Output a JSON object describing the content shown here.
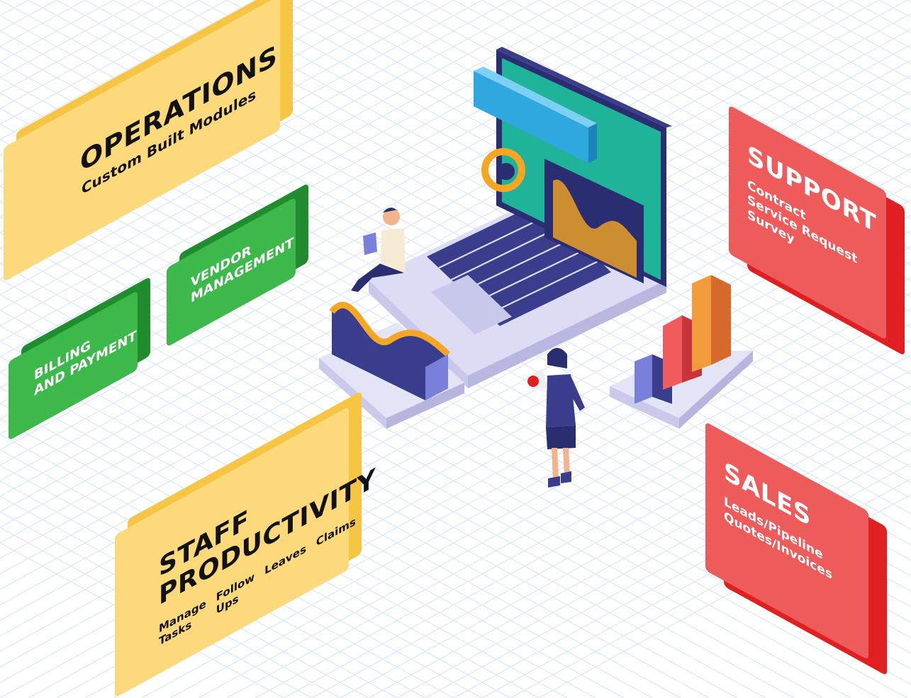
{
  "colors": {
    "yellow_face": "#fcd97a",
    "yellow_side": "#f6c544",
    "green_face": "#3db84a",
    "green_side": "#1f8c2d",
    "red_face": "#ee5b5b",
    "red_side": "#e02020",
    "grid_line": "#dce9f5",
    "laptop_dark": "#3a3d8c",
    "laptop_screen": "#1fb39a",
    "laptop_base": "#dcdcf5",
    "accent_orange": "#f6a623",
    "bar_blue": "#7a7fd9",
    "bar_red": "#f25b5b",
    "bar_orange": "#f29b3a",
    "panel_blue": "#2fa8e0"
  },
  "operations": {
    "title": "OPERATIONS",
    "subtitle": "Custom Built Modules"
  },
  "vendor": {
    "line1": "VENDOR",
    "line2": "MANAGEMENT"
  },
  "billing": {
    "line1": "BILLING",
    "line2": "AND PAYMENT"
  },
  "staff": {
    "title_line1": "STAFF",
    "title_line2": "PRODUCTIVITY",
    "items": [
      {
        "line1": "Manage",
        "line2": "Tasks"
      },
      {
        "line1": "Follow",
        "line2": "Ups"
      },
      {
        "line1": "Leaves",
        "line2": ""
      },
      {
        "line1": "Claims",
        "line2": ""
      }
    ]
  },
  "support": {
    "title": "SUPPORT",
    "items": [
      "Contract",
      "Service Request",
      "Survey"
    ]
  },
  "sales": {
    "title": "SALES",
    "items": [
      "Leads/Pipeline",
      "Quotes/Invoices"
    ]
  },
  "icons": {
    "laptop": "laptop-icon",
    "person_sitting": "person-with-tablet-icon",
    "person_megaphone": "woman-with-megaphone-icon",
    "area_chart": "area-chart-icon",
    "bar_chart": "bar-chart-icon",
    "donut": "donut-chart-icon"
  }
}
